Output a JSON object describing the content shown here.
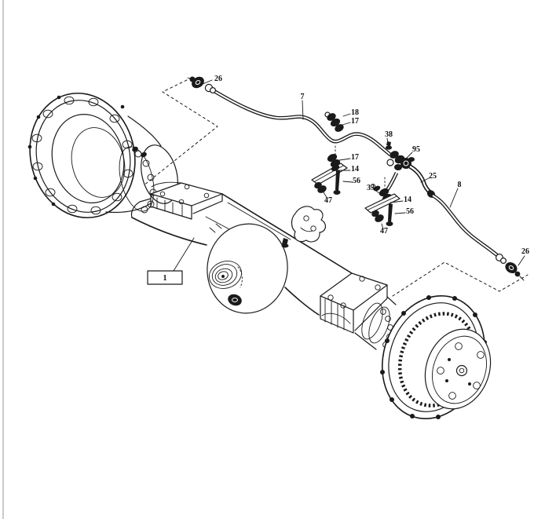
{
  "page": {
    "background": "#ffffff",
    "ink": "#1a1a1a",
    "left_border_color": "#c9c9c9"
  },
  "callouts": {
    "c26_top": "26",
    "c7": "7",
    "c18": "18",
    "c17_top": "17",
    "c38": "38",
    "c95": "95",
    "c17_mid": "17",
    "c14_mid": "14",
    "c25": "25",
    "c56_mid": "56",
    "c8": "8",
    "c33": "33",
    "c14_low": "14",
    "c47_mid": "47",
    "c56_low": "56",
    "c47_low": "47",
    "c26_bottom": "26",
    "c1": "1"
  }
}
